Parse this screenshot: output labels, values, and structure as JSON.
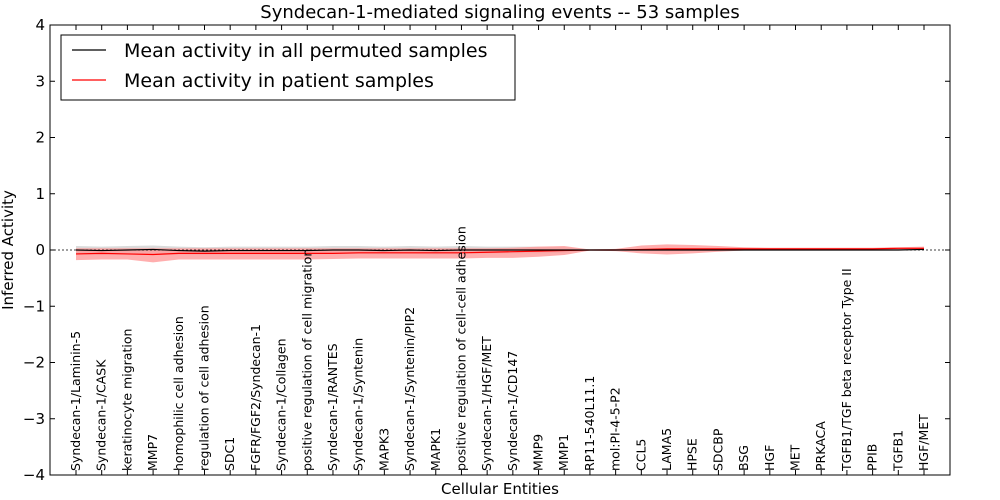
{
  "chart_data": {
    "type": "line",
    "title": "Syndecan-1-mediated signaling events -- 53 samples",
    "xlabel": "Cellular Entities",
    "ylabel": "Inferred Activity",
    "ylim": [
      -4,
      4
    ],
    "yticks": [
      -4,
      -3,
      -2,
      -1,
      0,
      1,
      2,
      3,
      4
    ],
    "ytick_labels": [
      "−4",
      "−3",
      "−2",
      "−1",
      "0",
      "1",
      "2",
      "3",
      "4"
    ],
    "grid": false,
    "legend_position": "top-left",
    "categories": [
      "Syndecan-1/Laminin-5",
      "Syndecan-1/CASK",
      "keratinocyte migration",
      "MMP7",
      "homophilic cell adhesion",
      "regulation of cell adhesion",
      "SDC1",
      "FGFR/FGF2/Syndecan-1",
      "Syndecan-1/Collagen",
      "positive regulation of cell migration",
      "Syndecan-1/RANTES",
      "Syndecan-1/Syntenin",
      "MAPK3",
      "Syndecan-1/Syntenin/PIP2",
      "MAPK1",
      "positive regulation of cell-cell adhesion",
      "Syndecan-1/HGF/MET",
      "Syndecan-1/CD147",
      "MMP9",
      "MMP1",
      "RP11-540L11.1",
      "mol:PI-4-5-P2",
      "CCL5",
      "LAMA5",
      "HPSE",
      "SDCBP",
      "BSG",
      "HGF",
      "MET",
      "PRKACA",
      "TGFB1/TGF beta receptor Type II",
      "PPIB",
      "TGFB1",
      "HGF/MET"
    ],
    "series": [
      {
        "name": "Mean activity in all permuted samples",
        "color": "#000000",
        "values": [
          0.0,
          -0.01,
          0.0,
          0.01,
          -0.01,
          -0.02,
          -0.01,
          -0.01,
          -0.01,
          -0.01,
          0.0,
          0.0,
          -0.01,
          0.0,
          -0.01,
          0.0,
          0.0,
          0.0,
          0.0,
          0.0,
          0.0,
          0.0,
          0.0,
          0.0,
          0.0,
          0.0,
          0.0,
          0.0,
          0.0,
          0.0,
          0.0,
          0.0,
          0.0,
          0.01
        ],
        "band_upper": [
          0.07,
          0.06,
          0.07,
          0.08,
          0.06,
          0.05,
          0.06,
          0.06,
          0.06,
          0.06,
          0.07,
          0.07,
          0.06,
          0.07,
          0.06,
          0.07,
          0.06,
          0.06,
          0.06,
          0.05,
          0.01,
          0.01,
          0.01,
          0.01,
          0.01,
          0.01,
          0.01,
          0.01,
          0.01,
          0.01,
          0.01,
          0.01,
          0.01,
          0.02
        ],
        "band_lower": [
          -0.07,
          -0.08,
          -0.07,
          -0.06,
          -0.08,
          -0.09,
          -0.08,
          -0.08,
          -0.08,
          -0.08,
          -0.07,
          -0.07,
          -0.08,
          -0.07,
          -0.08,
          -0.07,
          -0.06,
          -0.06,
          -0.06,
          -0.05,
          -0.01,
          -0.01,
          -0.01,
          -0.01,
          -0.01,
          -0.01,
          -0.01,
          -0.01,
          -0.01,
          -0.01,
          -0.01,
          -0.01,
          -0.01,
          0.0
        ]
      },
      {
        "name": "Mean activity in patient samples",
        "color": "#ff0000",
        "band_color": "#ff9a9a",
        "values": [
          -0.07,
          -0.06,
          -0.07,
          -0.08,
          -0.06,
          -0.06,
          -0.06,
          -0.06,
          -0.06,
          -0.06,
          -0.06,
          -0.05,
          -0.05,
          -0.05,
          -0.05,
          -0.05,
          -0.04,
          -0.03,
          -0.02,
          -0.01,
          0.0,
          0.0,
          0.01,
          0.02,
          0.02,
          0.02,
          0.02,
          0.02,
          0.02,
          0.02,
          0.02,
          0.02,
          0.03,
          0.03
        ],
        "band_upper": [
          0.03,
          0.03,
          0.03,
          0.03,
          0.03,
          0.03,
          0.03,
          0.03,
          0.03,
          0.03,
          0.03,
          0.03,
          0.03,
          0.03,
          0.03,
          0.03,
          0.03,
          0.04,
          0.06,
          0.07,
          0.01,
          0.02,
          0.08,
          0.1,
          0.09,
          0.07,
          0.05,
          0.04,
          0.04,
          0.04,
          0.04,
          0.04,
          0.05,
          0.06
        ],
        "band_lower": [
          -0.18,
          -0.17,
          -0.17,
          -0.22,
          -0.17,
          -0.17,
          -0.17,
          -0.17,
          -0.17,
          -0.17,
          -0.16,
          -0.15,
          -0.15,
          -0.15,
          -0.15,
          -0.15,
          -0.14,
          -0.14,
          -0.12,
          -0.09,
          -0.01,
          -0.02,
          -0.06,
          -0.08,
          -0.06,
          -0.03,
          -0.01,
          0.0,
          0.0,
          0.0,
          0.0,
          0.0,
          0.01,
          0.01
        ]
      }
    ]
  }
}
